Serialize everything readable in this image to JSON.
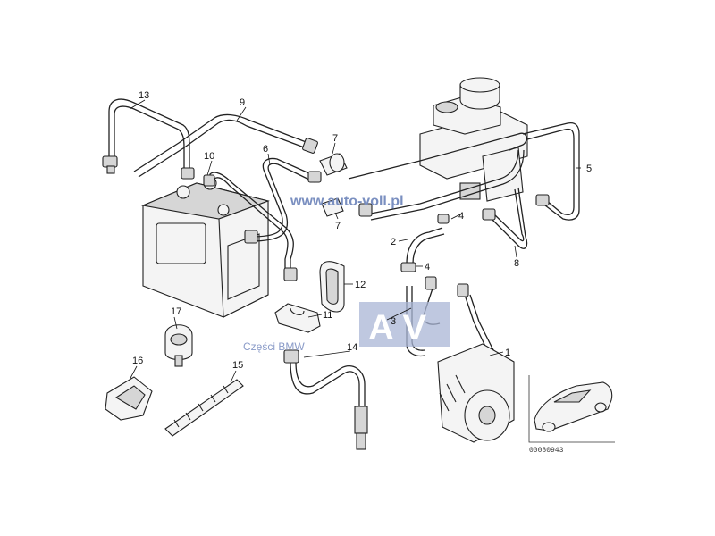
{
  "callouts": {
    "c1": "1",
    "c2": "2",
    "c3": "3",
    "c4a": "4",
    "c4b": "4",
    "c5": "5",
    "c6": "6",
    "c7a": "7",
    "c7b": "7",
    "c8": "8",
    "c9": "9",
    "c10": "10",
    "c11": "11",
    "c12": "12",
    "c13": "13",
    "c14": "14",
    "c15": "15",
    "c16": "16",
    "c17": "17"
  },
  "watermark": {
    "url": "www.auto-voll.pl",
    "logo_letters": "A V",
    "caption": "Części BMW"
  },
  "image_number": "00080943",
  "colors": {
    "line": "#222222",
    "watermark": "#7a8fc0",
    "logo_block": "#a9b6d6"
  }
}
